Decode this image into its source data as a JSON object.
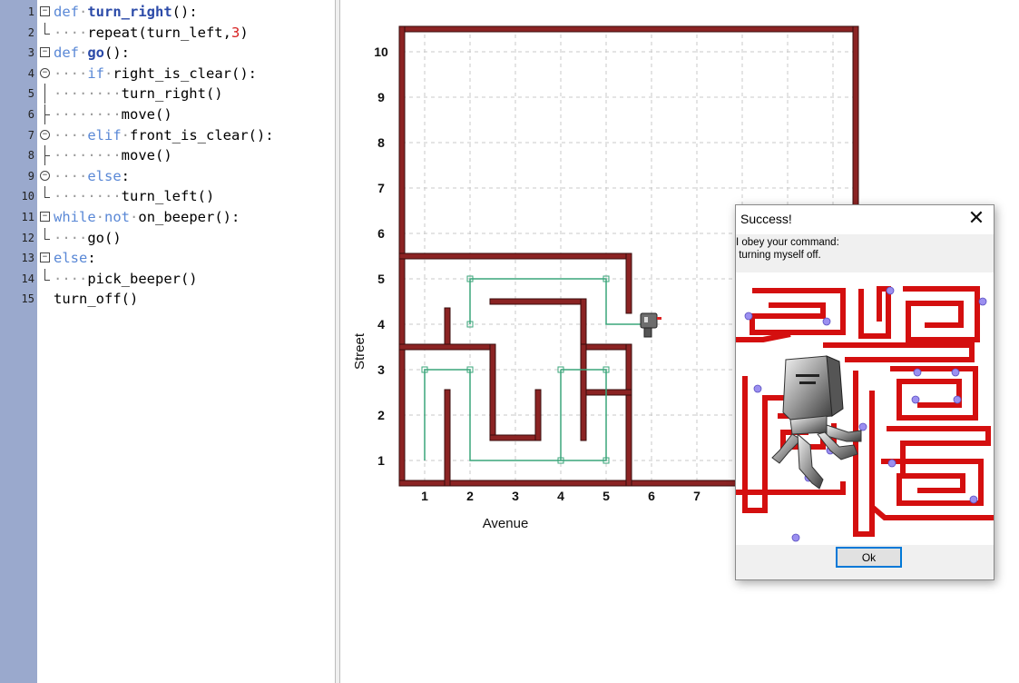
{
  "editor": {
    "lines": [
      {
        "n": "1",
        "fold": "box",
        "segs": [
          [
            "kw",
            "def"
          ],
          [
            "dot",
            "·"
          ],
          [
            "fn",
            "turn_right"
          ],
          [
            "",
            "():"
          ]
        ]
      },
      {
        "n": "2",
        "fold": "end",
        "segs": [
          [
            "dot",
            "····"
          ],
          [
            "",
            "repeat(turn_left,"
          ],
          [
            "num",
            "3"
          ],
          [
            "",
            ")"
          ]
        ]
      },
      {
        "n": "3",
        "fold": "box",
        "segs": [
          [
            "kw",
            "def"
          ],
          [
            "dot",
            "·"
          ],
          [
            "fn",
            "go"
          ],
          [
            "",
            "():"
          ]
        ]
      },
      {
        "n": "4",
        "fold": "round",
        "segs": [
          [
            "dot",
            "····"
          ],
          [
            "kw",
            "if"
          ],
          [
            "dot",
            "·"
          ],
          [
            "",
            "right_is_clear():"
          ]
        ]
      },
      {
        "n": "5",
        "fold": "line",
        "segs": [
          [
            "dot",
            "········"
          ],
          [
            "",
            "turn_right()"
          ]
        ]
      },
      {
        "n": "6",
        "fold": "tee",
        "segs": [
          [
            "dot",
            "········"
          ],
          [
            "",
            "move()"
          ]
        ]
      },
      {
        "n": "7",
        "fold": "round",
        "segs": [
          [
            "dot",
            "····"
          ],
          [
            "kw",
            "elif"
          ],
          [
            "dot",
            "·"
          ],
          [
            "",
            "front_is_clear():"
          ]
        ]
      },
      {
        "n": "8",
        "fold": "tee",
        "segs": [
          [
            "dot",
            "········"
          ],
          [
            "",
            "move()"
          ]
        ]
      },
      {
        "n": "9",
        "fold": "round",
        "segs": [
          [
            "dot",
            "····"
          ],
          [
            "kw",
            "else"
          ],
          [
            "",
            "':'"
          ]
        ]
      },
      {
        "n": "10",
        "fold": "end",
        "segs": [
          [
            "dot",
            "········"
          ],
          [
            "",
            "turn_left()"
          ]
        ]
      },
      {
        "n": "11",
        "fold": "box",
        "segs": [
          [
            "kw",
            "while"
          ],
          [
            "dot",
            "·"
          ],
          [
            "kw",
            "not"
          ],
          [
            "dot",
            "·"
          ],
          [
            "",
            "on_beeper():"
          ]
        ]
      },
      {
        "n": "12",
        "fold": "end",
        "segs": [
          [
            "dot",
            "····"
          ],
          [
            "",
            "go()"
          ]
        ]
      },
      {
        "n": "13",
        "fold": "box",
        "segs": [
          [
            "kw",
            "else"
          ],
          [
            "",
            "':'"
          ]
        ]
      },
      {
        "n": "14",
        "fold": "end",
        "segs": [
          [
            "dot",
            "····"
          ],
          [
            "",
            "pick_beeper()"
          ]
        ]
      },
      {
        "n": "15",
        "fold": "none",
        "segs": [
          [
            "",
            "turn_off()"
          ]
        ]
      }
    ]
  },
  "world": {
    "avenue_title": "Avenue",
    "street_title": "Street",
    "avenue_labels": [
      "1",
      "2",
      "3",
      "4",
      "5",
      "6",
      "7"
    ],
    "street_labels": [
      "1",
      "2",
      "3",
      "4",
      "5",
      "6",
      "7",
      "8",
      "9",
      "10"
    ],
    "colors": {
      "wall": "#8b2323",
      "grid": "#c8c8c8",
      "trail": "#3aa57a"
    },
    "robot_icon": "robot-icon"
  },
  "dialog": {
    "title": "Success!",
    "close_label": "✕",
    "message_line1": "I obey your command:",
    "message_line2": " turning myself off.",
    "ok_label": "Ok",
    "image_icon": "robot-maze-icon"
  }
}
